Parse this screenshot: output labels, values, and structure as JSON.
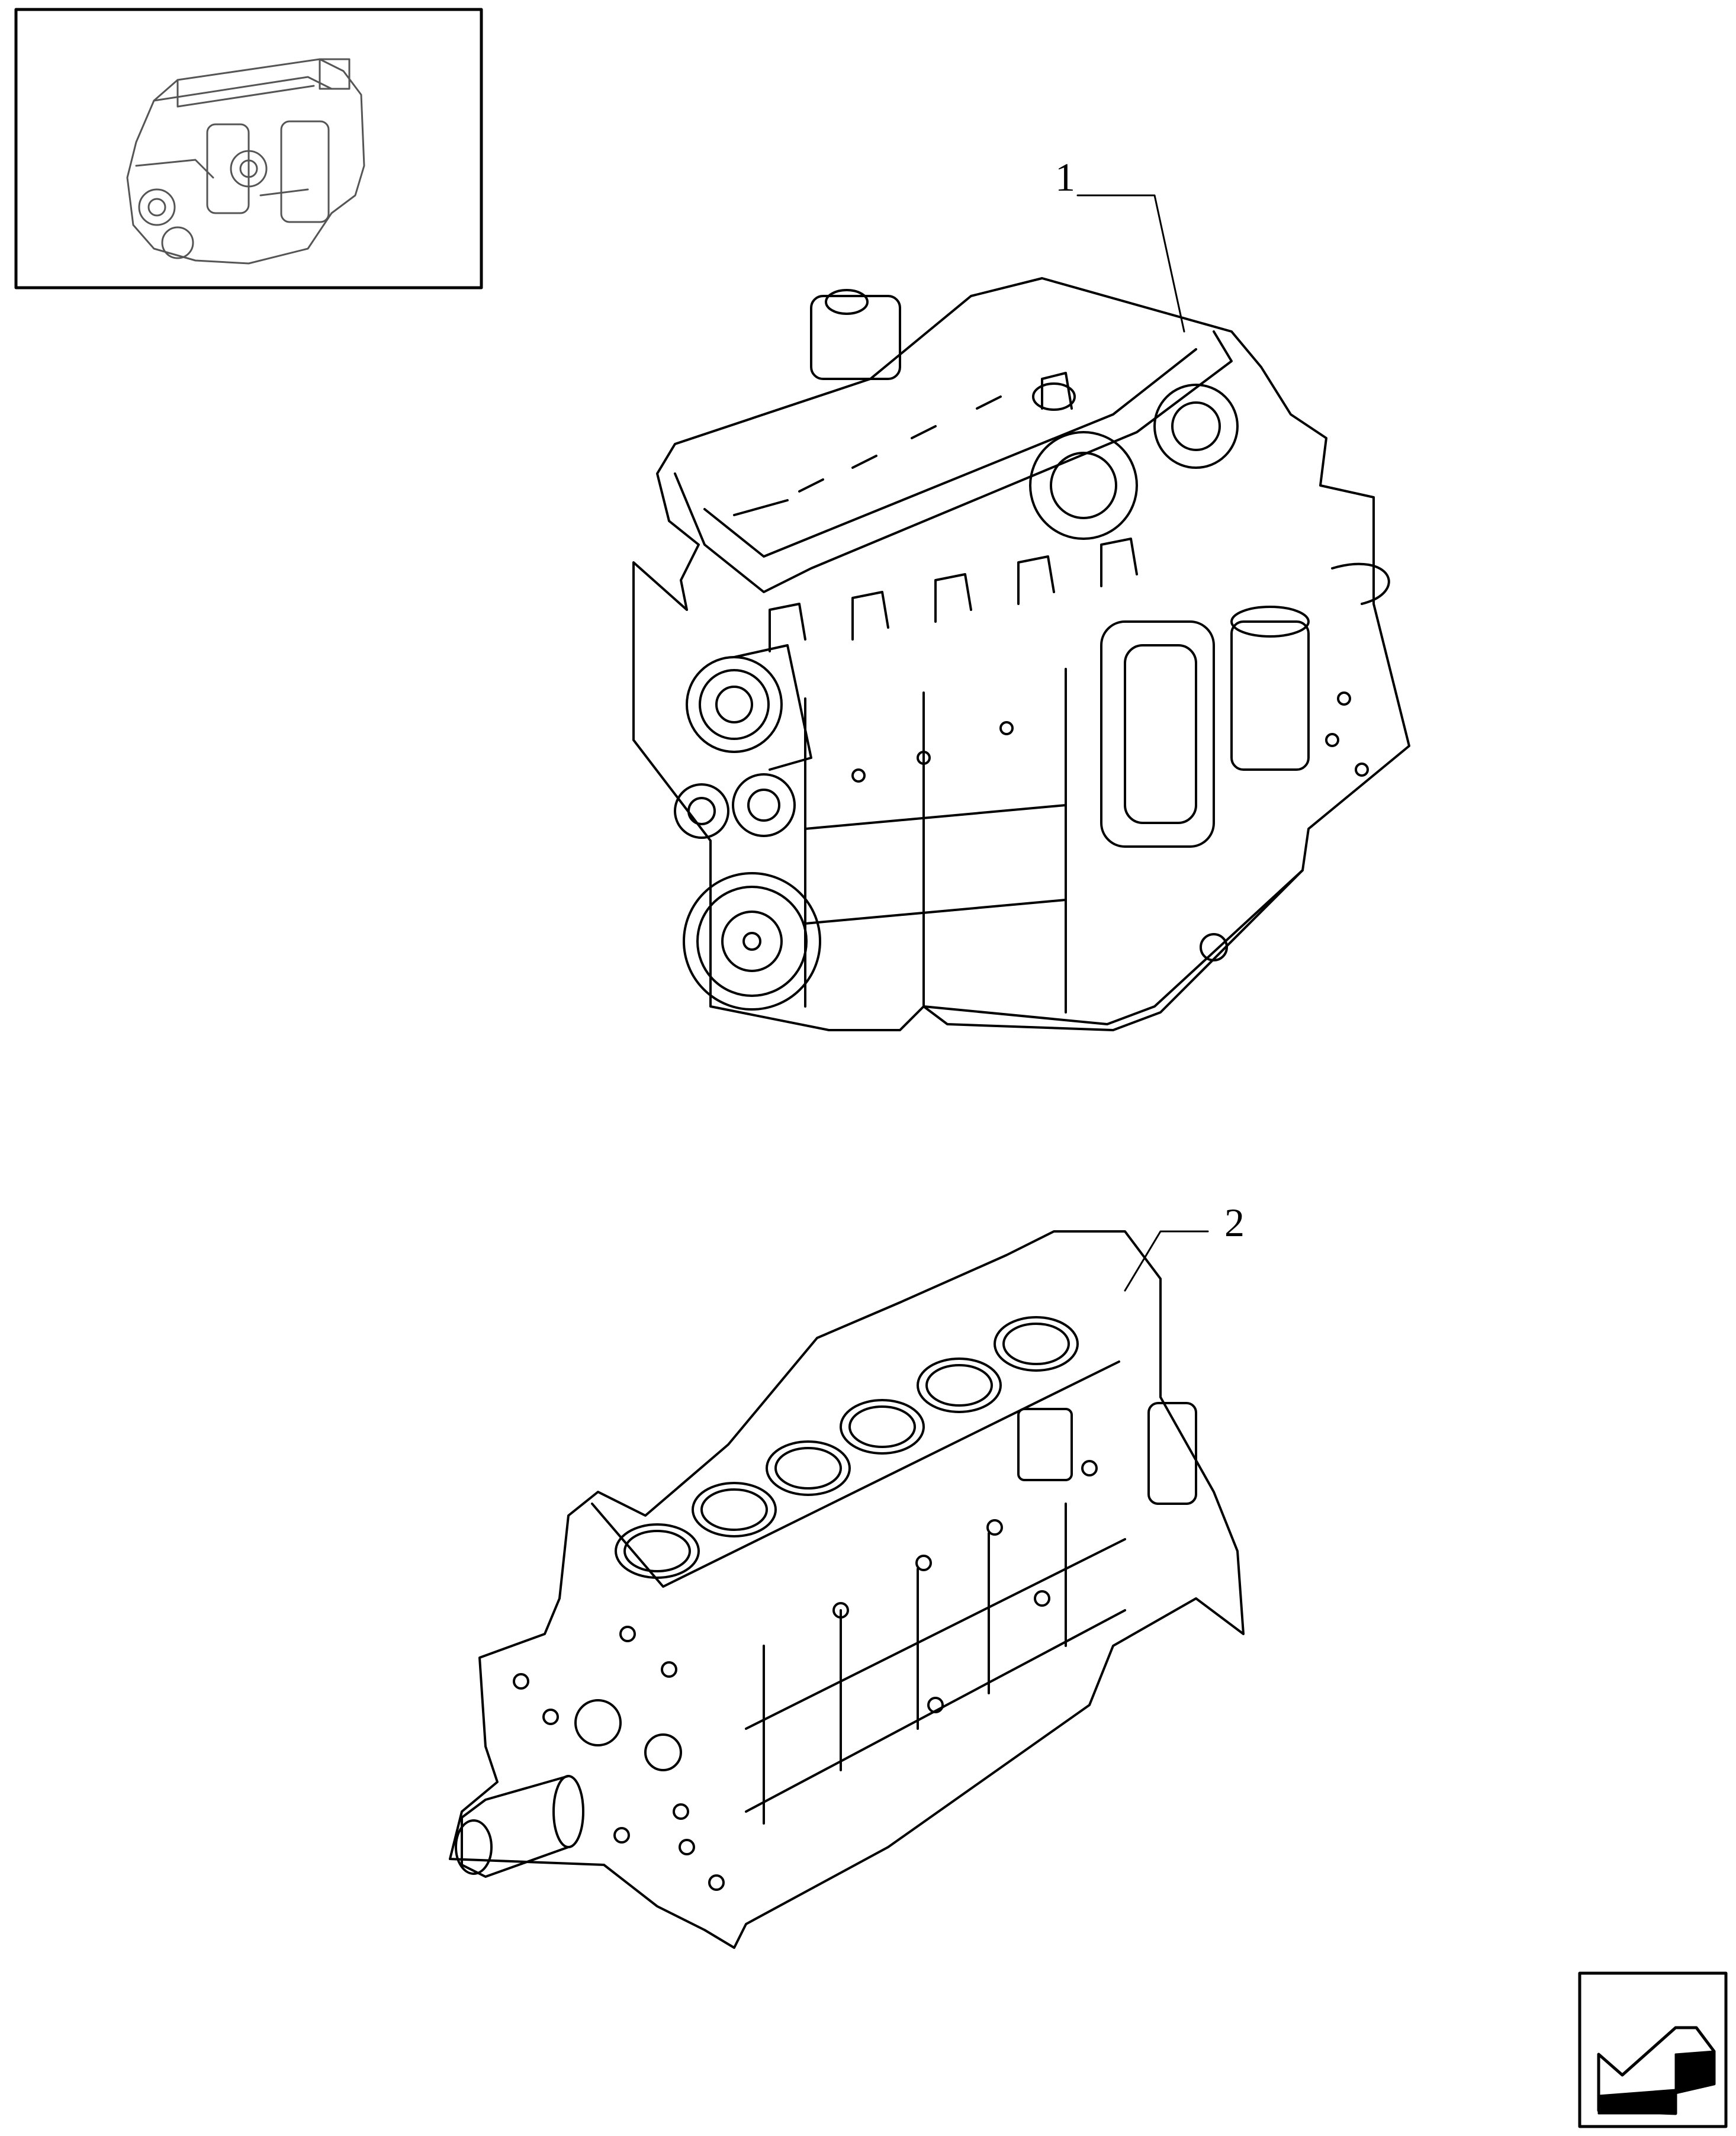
{
  "callouts": [
    {
      "id": "item-1",
      "label": "1"
    },
    {
      "id": "item-2",
      "label": "2"
    }
  ],
  "thumbnail": {
    "icon": "engine-overview-thumbnail"
  },
  "navigation": {
    "icon": "navigation-arrow-icon"
  },
  "colors": {
    "line": "#000000",
    "background": "#ffffff"
  }
}
